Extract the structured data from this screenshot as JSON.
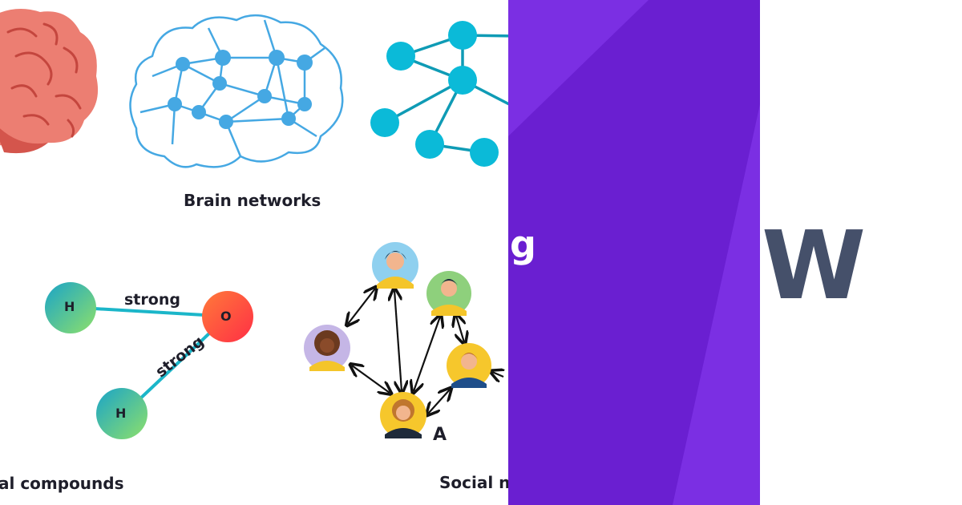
{
  "captions": {
    "brain_networks": "Brain networks",
    "chemical_compounds": "al compounds",
    "social_networks": "Social n"
  },
  "molecule": {
    "atom_h1": "H",
    "atom_o": "O",
    "atom_h2": "H",
    "bond1_label": "strong",
    "bond2_label": "strong"
  },
  "social": {
    "node_label": "A"
  },
  "overlay": {
    "fragment_left": "g",
    "fragment_right": "W"
  },
  "colors": {
    "purple_dark": "#6a1fd1",
    "purple_light": "#7b2fe3",
    "brain_blue": "#45a8e3",
    "node_cyan": "#0bbad8",
    "bond_cyan": "#1bb6c9",
    "gray_text": "#45506a"
  }
}
